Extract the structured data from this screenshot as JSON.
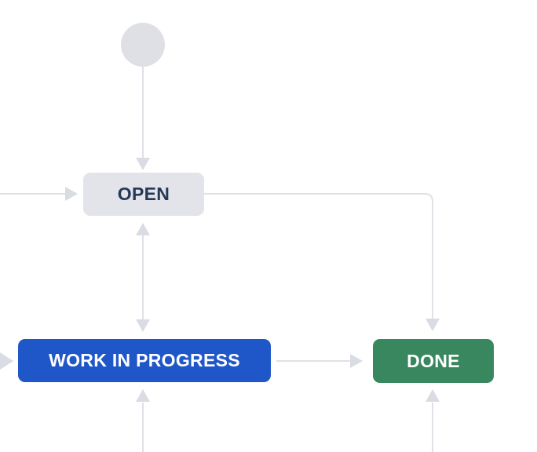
{
  "diagram": {
    "type": "workflow",
    "background": "#FFFFFF",
    "line_color": "#DFE1E6",
    "arrowhead_color": "#D9DCE2",
    "nodes": [
      {
        "id": "start",
        "shape": "circle",
        "label": "",
        "color": "#DEE0E6"
      },
      {
        "id": "open",
        "shape": "rounded-rect",
        "label": "OPEN",
        "color": "#E2E4E9",
        "text_color": "#253858"
      },
      {
        "id": "work-in-progress",
        "shape": "rounded-rect",
        "label": "WORK IN PROGRESS",
        "color": "#2057C8",
        "text_color": "#FFFFFF"
      },
      {
        "id": "done",
        "shape": "rounded-rect",
        "label": "DONE",
        "color": "#38875F",
        "text_color": "#FFFFFF"
      }
    ],
    "edges": [
      {
        "from": "start",
        "to": "open"
      },
      {
        "from": "offscreen-left",
        "to": "open"
      },
      {
        "from": "open",
        "to": "work-in-progress",
        "bidirectional": true
      },
      {
        "from": "open",
        "to": "done",
        "route": "right-then-down"
      },
      {
        "from": "offscreen-left",
        "to": "work-in-progress"
      },
      {
        "from": "work-in-progress",
        "to": "done"
      },
      {
        "from": "offscreen-bottom",
        "to": "work-in-progress"
      },
      {
        "from": "offscreen-bottom",
        "to": "done"
      }
    ]
  }
}
